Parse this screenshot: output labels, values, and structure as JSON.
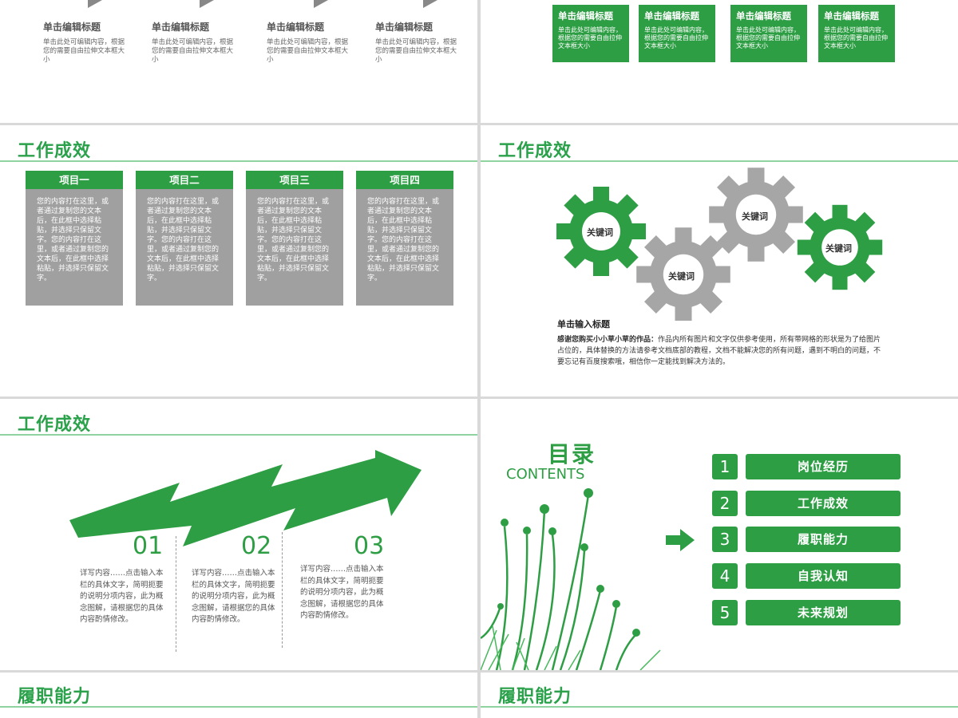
{
  "slide1": {
    "items": [
      {
        "title": "单击编辑标题",
        "body": "单击此处可编辑内容，根据您的需要自由拉伸文本框大小"
      },
      {
        "title": "单击编辑标题",
        "body": "单击此处可编辑内容，根据您的需要自由拉伸文本框大小"
      },
      {
        "title": "单击编辑标题",
        "body": "单击此处可编辑内容，根据您的需要自由拉伸文本框大小"
      },
      {
        "title": "单击编辑标题",
        "body": "单击此处可编辑内容，根据您的需要自由拉伸文本框大小"
      }
    ]
  },
  "slide2": {
    "boxes": [
      {
        "title": "单击编辑标题",
        "body": "单击此处可编辑内容，根据您的需要自由拉伸文本框大小"
      },
      {
        "title": "单击编辑标题",
        "body": "单击此处可编辑内容，根据您的需要自由拉伸文本框大小"
      },
      {
        "title": "单击编辑标题",
        "body": "单击此处可编辑内容，根据您的需要自由拉伸文本框大小"
      },
      {
        "title": "单击编辑标题",
        "body": "单击此处可编辑内容，根据您的需要自由拉伸文本框大小"
      }
    ]
  },
  "slide3": {
    "title": "工作成效",
    "projects": [
      {
        "head": "项目一",
        "body": "您的内容打在这里，或者通过复制您的文本后，在此框中选择粘贴，并选择只保留文字。您的内容打在这里，或者通过复制您的文本后，在此框中选择粘贴，并选择只保留文字。"
      },
      {
        "head": "项目二",
        "body": "您的内容打在这里，或者通过复制您的文本后，在此框中选择粘贴，并选择只保留文字。您的内容打在这里，或者通过复制您的文本后，在此框中选择粘贴，并选择只保留文字。"
      },
      {
        "head": "项目三",
        "body": "您的内容打在这里，或者通过复制您的文本后，在此框中选择粘贴，并选择只保留文字。您的内容打在这里，或者通过复制您的文本后，在此框中选择粘贴，并选择只保留文字。"
      },
      {
        "head": "项目四",
        "body": "您的内容打在这里，或者通过复制您的文本后，在此框中选择粘贴，并选择只保留文字。您的内容打在这里，或者通过复制您的文本后，在此框中选择粘贴，并选择只保留文字。"
      }
    ]
  },
  "slide4": {
    "title": "工作成效",
    "gears": [
      "关键词",
      "关键词",
      "关键词",
      "关键词"
    ],
    "heading": "单击输入标题",
    "lead": "感谢您购买小小草小草的作品：",
    "body": "作品内所有图片和文字仅供参考使用，所有带网格的形状是为了给图片占位的，具体替换的方法请参考文档底部的教程，文档不能解决您的所有问题，遇到不明白的问题，不要忘记有百度搜索哦，相信你一定能找到解决方法的。"
  },
  "slide5": {
    "title": "工作成效",
    "steps": [
      {
        "num": "01",
        "text": "详写内容……点击输入本栏的具体文字，简明扼要的说明分项内容，此为概念图解，请根据您的具体内容酌情修改。"
      },
      {
        "num": "02",
        "text": "详写内容……点击输入本栏的具体文字，简明扼要的说明分项内容，此为概念图解，请根据您的具体内容酌情修改。"
      },
      {
        "num": "03",
        "text": "详写内容……点击输入本栏的具体文字，简明扼要的说明分项内容，此为概念图解，请根据您的具体内容酌情修改。"
      }
    ]
  },
  "slide6": {
    "title": "目录",
    "subtitle": "CONTENTS",
    "items": [
      {
        "num": "1",
        "label": "岗位经历"
      },
      {
        "num": "2",
        "label": "工作成效"
      },
      {
        "num": "3",
        "label": "履职能力"
      },
      {
        "num": "4",
        "label": "自我认知"
      },
      {
        "num": "5",
        "label": "未来规划"
      }
    ]
  },
  "slide7": {
    "title": "履职能力"
  },
  "slide8": {
    "title": "履职能力"
  },
  "colors": {
    "green": "#2e9e44",
    "title_green": "#2aa14a",
    "gray": "#a0a0a0",
    "gear_gray": "#a6a6a6"
  }
}
